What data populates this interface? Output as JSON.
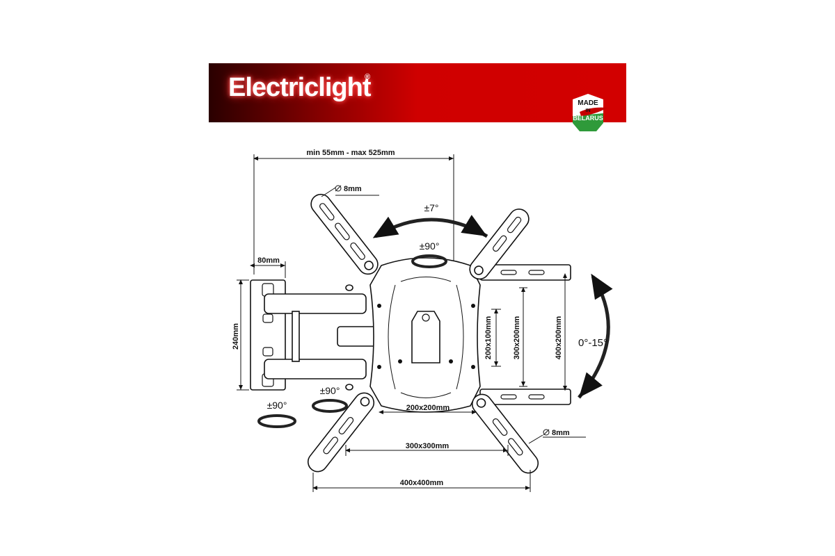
{
  "brand": {
    "logo_text": "Electriclight",
    "registered_mark": "®",
    "badge_line1": "MADE",
    "badge_line2": "IN",
    "badge_line3": "BELARUS",
    "colors": {
      "banner_red": "#d20000",
      "banner_dark": "#2a0000",
      "badge_green": "#2f9a3a",
      "badge_red": "#c40000"
    }
  },
  "dimensions": {
    "extension": "min 55mm - max 525mm",
    "hole_top": "8mm",
    "hole_bottom": "8mm",
    "wall_plate_width": "80mm",
    "wall_plate_height": "240mm",
    "vesa_200x100": "200x100mm",
    "vesa_300x200": "300x200mm",
    "vesa_400x200": "400x200mm",
    "vesa_200x200": "200x200mm",
    "vesa_300x300": "300x300mm",
    "vesa_400x400": "400x400mm"
  },
  "angles": {
    "tilt_side": "±7°",
    "swivel_top": "±90°",
    "tilt": "0°-15°",
    "swivel_mid": "±90°",
    "swivel_bottom": "±90°"
  },
  "icons": [
    "diameter-icon",
    "rotation-arrow-icon",
    "curved-arrow-icon"
  ]
}
